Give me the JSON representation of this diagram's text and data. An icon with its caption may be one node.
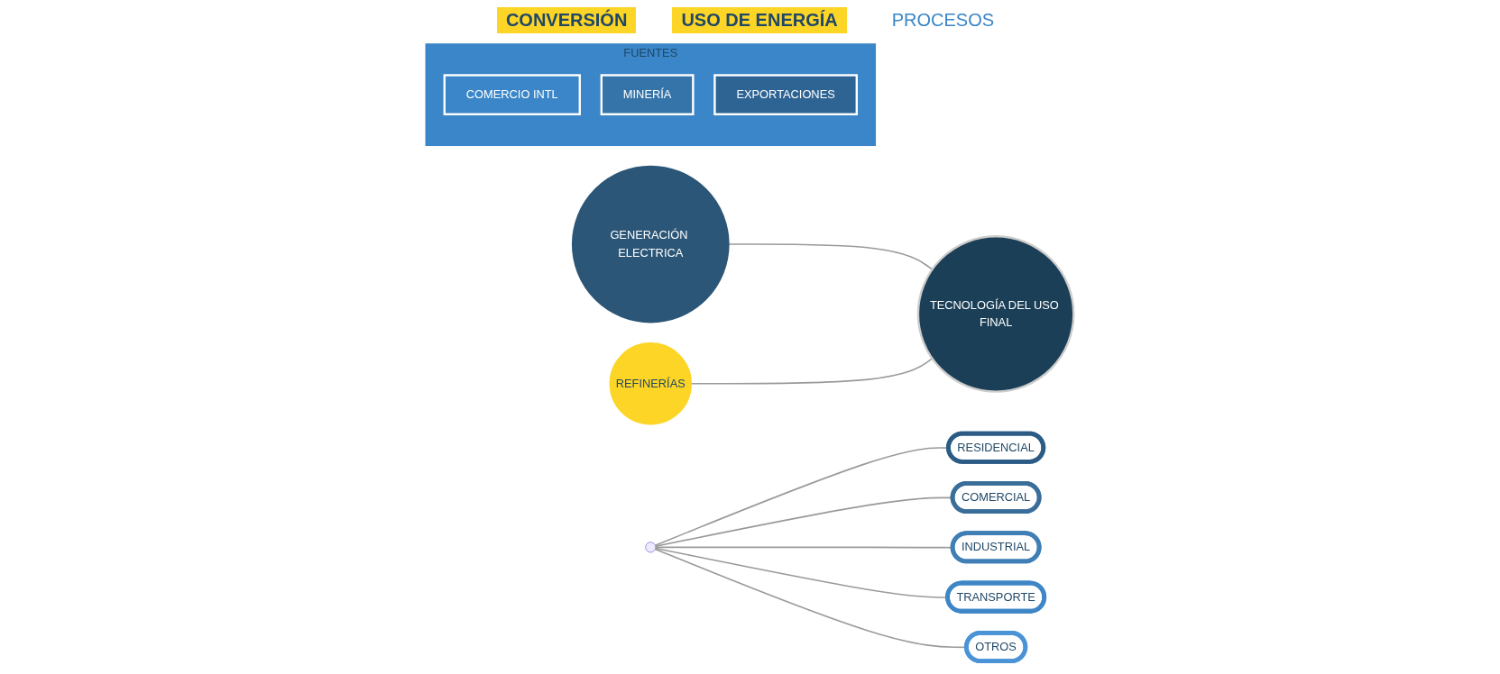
{
  "diagram": {
    "nodes": [
      {
        "text": [
          "FUENTES"
        ]
      },
      {
        "text": [
          "COMERCIO INTL"
        ],
        "in": 0
      },
      {
        "text": [
          "MINERÍA"
        ],
        "in": 0
      },
      {
        "text": [
          "EXPORTACIONES"
        ],
        "in": 0
      },
      {
        "text": [
          "GENERACIÓN ELECTRICA"
        ]
      },
      {
        "text": [
          "REFINERÍAS"
        ]
      },
      {
        "text": [
          "TECNOLOGÍA DEL USO FINAL"
        ]
      },
      {
        "text": [],
        "shape": "circle"
      },
      {
        "text": [
          "RESIDENCIAL"
        ]
      },
      {
        "text": [
          "COMERCIAL"
        ]
      },
      {
        "text": [
          "INDUSTRIAL"
        ]
      },
      {
        "text": [
          "TRANSPORTE"
        ]
      },
      {
        "text": [
          "OTROS"
        ]
      }
    ],
    "edges": [
      {
        "from": 4,
        "to": 6,
        "arrow": "none"
      },
      {
        "from": 5,
        "to": 6,
        "arrow": "none"
      },
      {
        "from": 7,
        "to": 8,
        "arrow": "none"
      },
      {
        "from": 7,
        "to": 9,
        "arrow": "none"
      },
      {
        "from": 7,
        "to": 10,
        "arrow": "none"
      },
      {
        "from": 7,
        "to": 11,
        "arrow": "none"
      },
      {
        "from": 7,
        "to": 12,
        "arrow": "none"
      }
    ],
    "labels": [
      "CONVERSIÓN",
      "USO DE ENERGÍA",
      "PROCESOS"
    ]
  }
}
